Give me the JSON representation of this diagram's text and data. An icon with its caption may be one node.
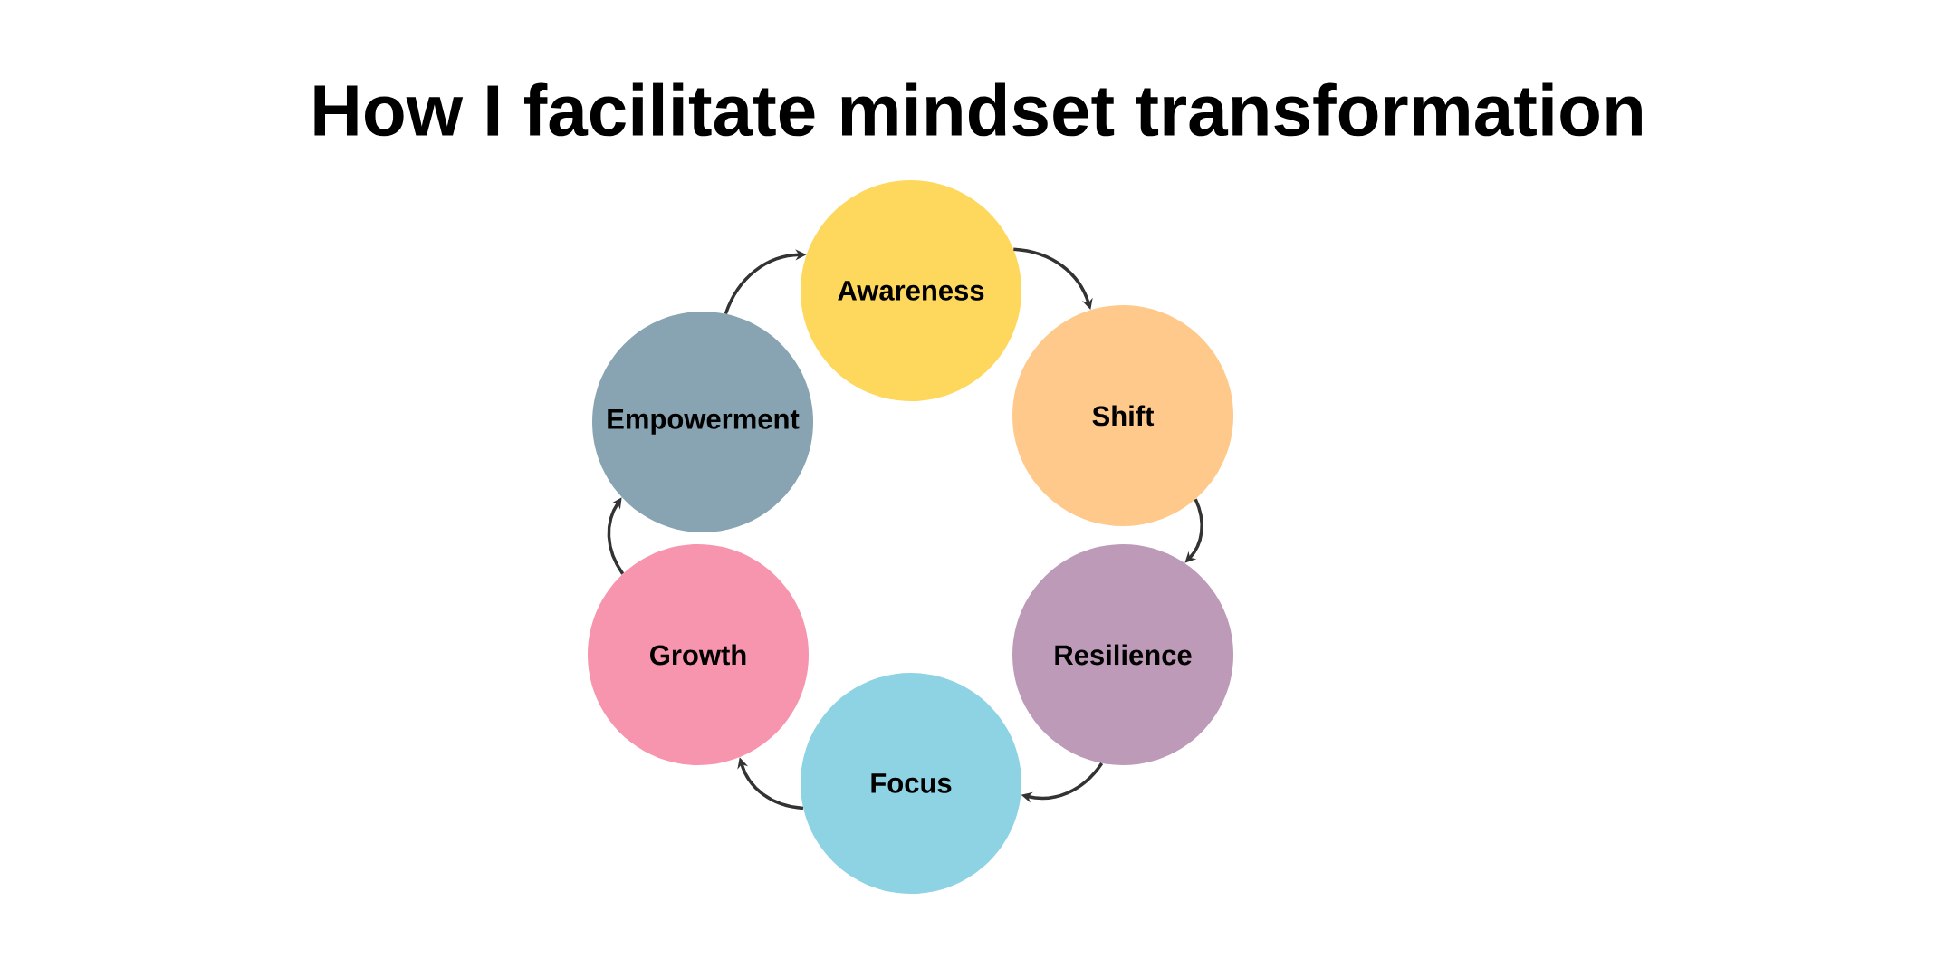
{
  "diagram": {
    "title": "How I facilitate mindset transformation",
    "nodes": [
      {
        "text": [
          "Awareness"
        ]
      },
      {
        "text": [
          "Shift"
        ]
      },
      {
        "text": [
          "Resilience"
        ]
      },
      {
        "text": [
          "Focus"
        ]
      },
      {
        "text": [
          "Growth"
        ]
      },
      {
        "text": [
          "Empowerment"
        ]
      }
    ],
    "edges": [
      {
        "from": 0,
        "to": 1,
        "arrow": "to"
      },
      {
        "from": 1,
        "to": 2,
        "arrow": "to"
      },
      {
        "from": 2,
        "to": 3,
        "arrow": "to"
      },
      {
        "from": 3,
        "to": 4,
        "arrow": "to"
      },
      {
        "from": 4,
        "to": 5,
        "arrow": "to"
      },
      {
        "from": 5,
        "to": 0,
        "arrow": "to"
      }
    ]
  }
}
